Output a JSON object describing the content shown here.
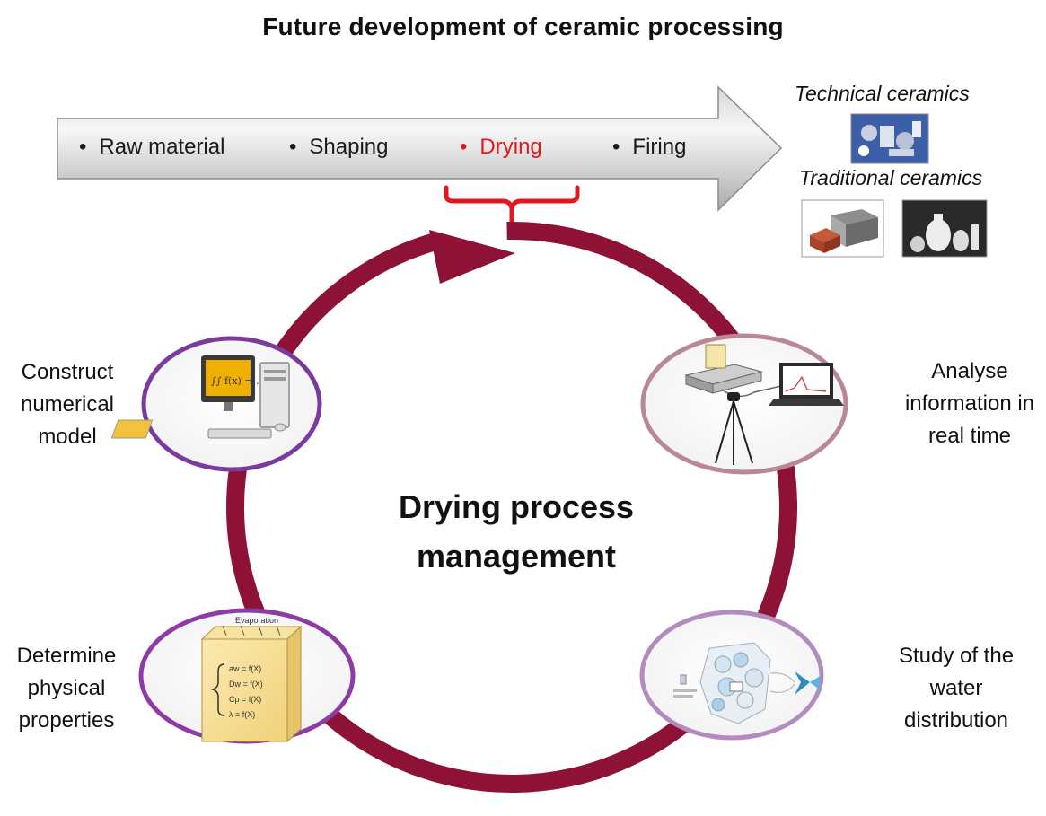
{
  "title": "Future development of ceramic processing",
  "process_steps": [
    {
      "label": "Raw material",
      "active": false
    },
    {
      "label": "Shaping",
      "active": false
    },
    {
      "label": "Drying",
      "active": true
    },
    {
      "label": "Firing",
      "active": false
    }
  ],
  "outcomes": {
    "technical": "Technical ceramics",
    "traditional": "Traditional ceramics"
  },
  "center": {
    "line1": "Drying process",
    "line2": "management"
  },
  "cycle_items": {
    "top_left": [
      "Construct",
      "numerical",
      "model"
    ],
    "top_right": [
      "Analyse",
      "information in",
      "real time"
    ],
    "bottom_left": [
      "Determine",
      "physical",
      "properties"
    ],
    "bottom_right": [
      "Study of the",
      "water",
      "distribution"
    ]
  },
  "illustrations": {
    "evaporation_label": "Evaporation",
    "equations": [
      "aw = f(X)",
      "Dw = f(X)",
      "Cp = f(X)",
      "λ = f(X)"
    ],
    "screen_formula": "∫∫ f(x) = ..."
  },
  "colors": {
    "cycle_arrow": "#8e1235",
    "highlight": "#e0191f",
    "purple_ring": "#7b3a9e",
    "pink_ring": "#b98896",
    "lilac_ring": "#b38bc0"
  }
}
